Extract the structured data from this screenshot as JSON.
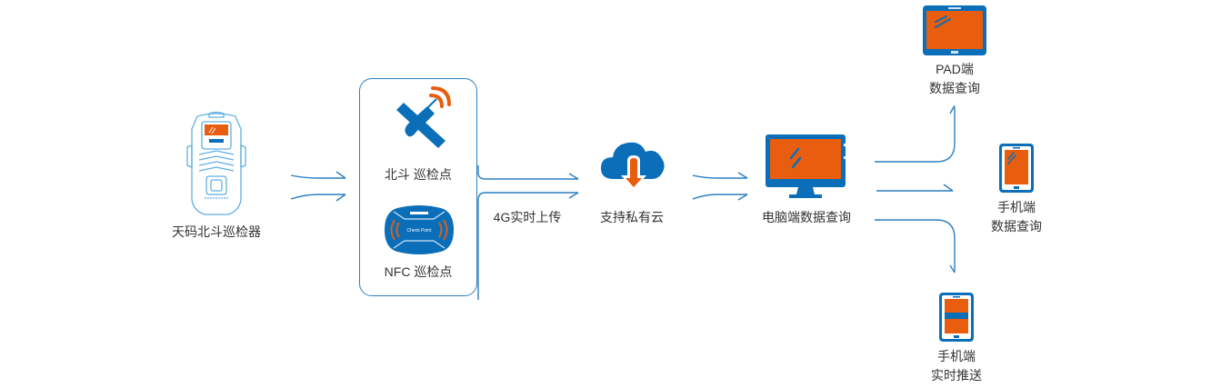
{
  "colors": {
    "primary_blue": "#0a6fb8",
    "line_blue": "#2c7fc1",
    "accent_orange": "#e85d0e"
  },
  "nodes": {
    "device": {
      "label": "天码北斗巡检器",
      "icon": "patrol-device-icon"
    },
    "beidou": {
      "label": "北斗 巡检点",
      "icon": "satellite-icon"
    },
    "nfc": {
      "label": "NFC 巡检点",
      "icon": "nfc-tag-icon",
      "tag_text": "Check Point"
    },
    "upload": {
      "label": "4G实时上传"
    },
    "cloud": {
      "label": "支持私有云",
      "icon": "cloud-download-icon"
    },
    "pc": {
      "label": "电脑端数据查询",
      "icon": "monitor-icon"
    },
    "pad": {
      "line1": "PAD端",
      "line2": "数据查询",
      "icon": "tablet-icon"
    },
    "phone_query": {
      "line1": "手机端",
      "line2": "数据查询",
      "icon": "phone-icon"
    },
    "phone_push": {
      "line1": "手机端",
      "line2": "实时推送",
      "icon": "phone-push-icon"
    }
  }
}
